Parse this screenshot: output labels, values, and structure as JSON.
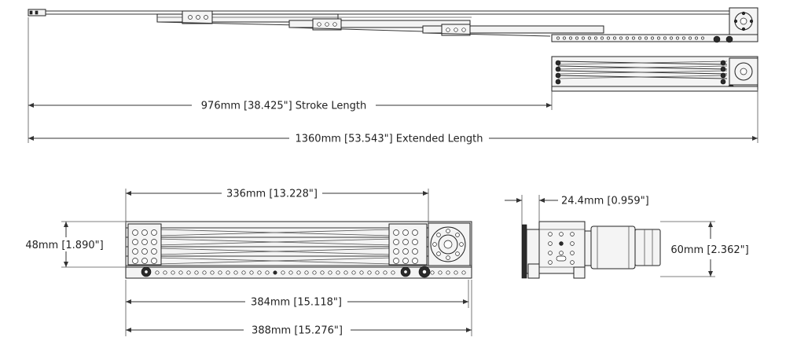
{
  "dimensions": {
    "stroke_length": "976mm [38.425\"] Stroke Length",
    "extended_length": "1360mm [53.543\"] Extended Length",
    "inner_length": "336mm [13.228\"]",
    "height": "48mm [1.890\"]",
    "rail_length": "384mm [15.118\"]",
    "overall_length": "388mm [15.276\"]",
    "side_offset": "24.4mm [0.959\"]",
    "side_height": "60mm [2.362\"]"
  }
}
